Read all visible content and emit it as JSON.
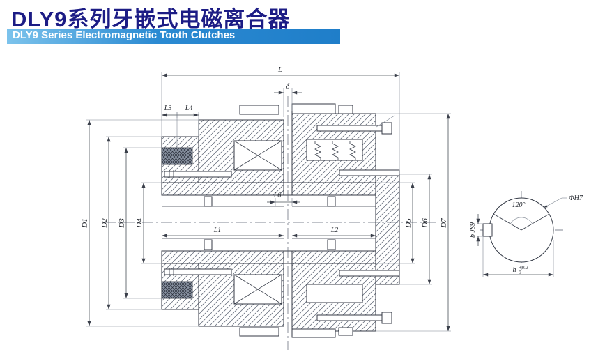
{
  "header": {
    "title_cn": "DLY9系列牙嵌式电磁离合器",
    "title_en": "DLY9 Series Electromagnetic Tooth Clutches"
  },
  "colors": {
    "title_text": "#1c1c85",
    "banner_from": "#7cc3ec",
    "banner_to": "#1f7ec9",
    "drawing_line": "#343a46"
  },
  "dims": {
    "L": "L",
    "delta": "δ",
    "L1": "L1",
    "L2": "L2",
    "L3": "L3",
    "L4": "L4",
    "L6": "L6",
    "D1": "D1",
    "D2": "D2",
    "D3": "D3",
    "D4": "D4",
    "D5": "D5",
    "D6": "D6",
    "D7": "D7"
  },
  "detail": {
    "angle": "120°",
    "bore": "ΦH7",
    "key_width": "b JS9",
    "depth_letter": "h",
    "depth_tol_upper": "+0.2",
    "depth_tol_lower": "0"
  }
}
